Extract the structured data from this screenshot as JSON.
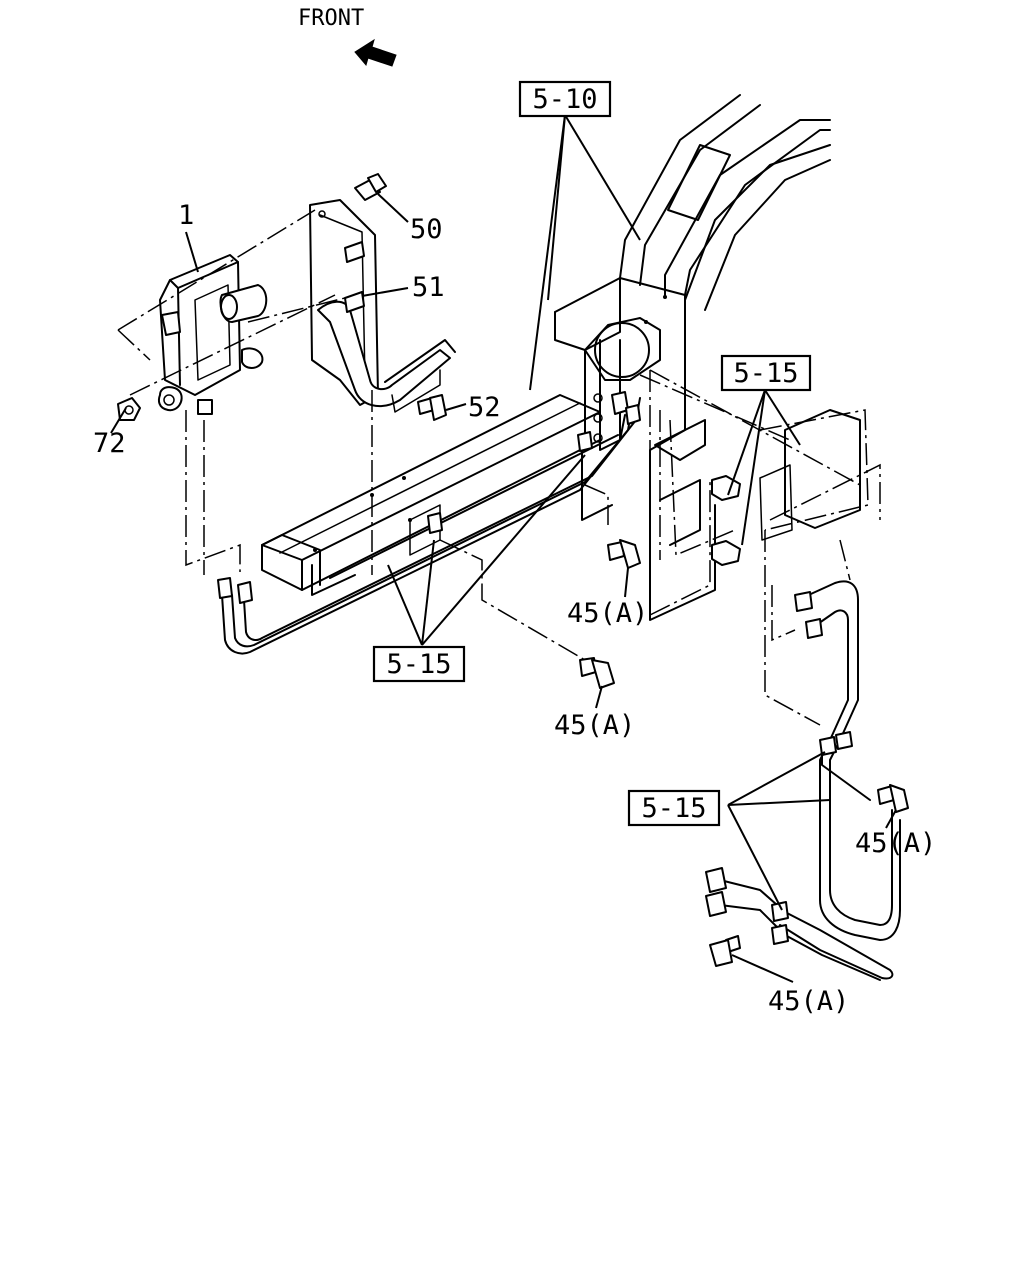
{
  "orientation": {
    "label": "FRONT"
  },
  "section_refs": [
    {
      "id": "ref-5-10",
      "text": "5-10"
    },
    {
      "id": "ref-5-15-a",
      "text": "5-15"
    },
    {
      "id": "ref-5-15-b",
      "text": "5-15"
    },
    {
      "id": "ref-5-15-c",
      "text": "5-15"
    }
  ],
  "part_labels": [
    {
      "id": "part-1",
      "text": "1"
    },
    {
      "id": "part-50",
      "text": "50"
    },
    {
      "id": "part-51",
      "text": "51"
    },
    {
      "id": "part-52",
      "text": "52"
    },
    {
      "id": "part-72",
      "text": "72"
    },
    {
      "id": "part-45a-1",
      "text": "45(A)"
    },
    {
      "id": "part-45a-2",
      "text": "45(A)"
    },
    {
      "id": "part-45a-3",
      "text": "45(A)"
    },
    {
      "id": "part-45a-4",
      "text": "45(A)"
    }
  ]
}
